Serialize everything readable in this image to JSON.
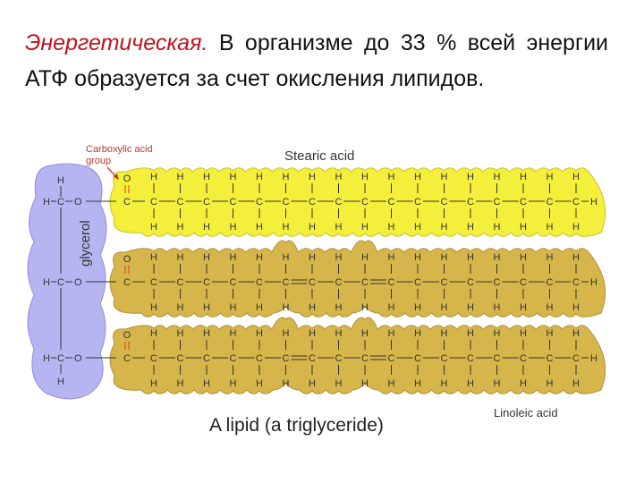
{
  "paragraph": {
    "term": "Энергетическая.",
    "text": " В организме до 33 % всей энергии АТФ образуется за счет окисления липидов."
  },
  "diagram": {
    "carboxyl_label_line1": "Carboxylic acid",
    "carboxyl_label_line2": "group",
    "stearic_label": "Stearic acid",
    "glycerol_label": "glycerol",
    "linoleic_label": "Linoleic acid",
    "caption": "A lipid  (a triglyceride)",
    "colors": {
      "glycerol_fill": "#b6b5f2",
      "stearic_fill": "#f4ef3a",
      "linoleic_fill": "#d6b64a",
      "oxygen_red": "#e23a2a",
      "label_red": "#c0392b"
    }
  }
}
